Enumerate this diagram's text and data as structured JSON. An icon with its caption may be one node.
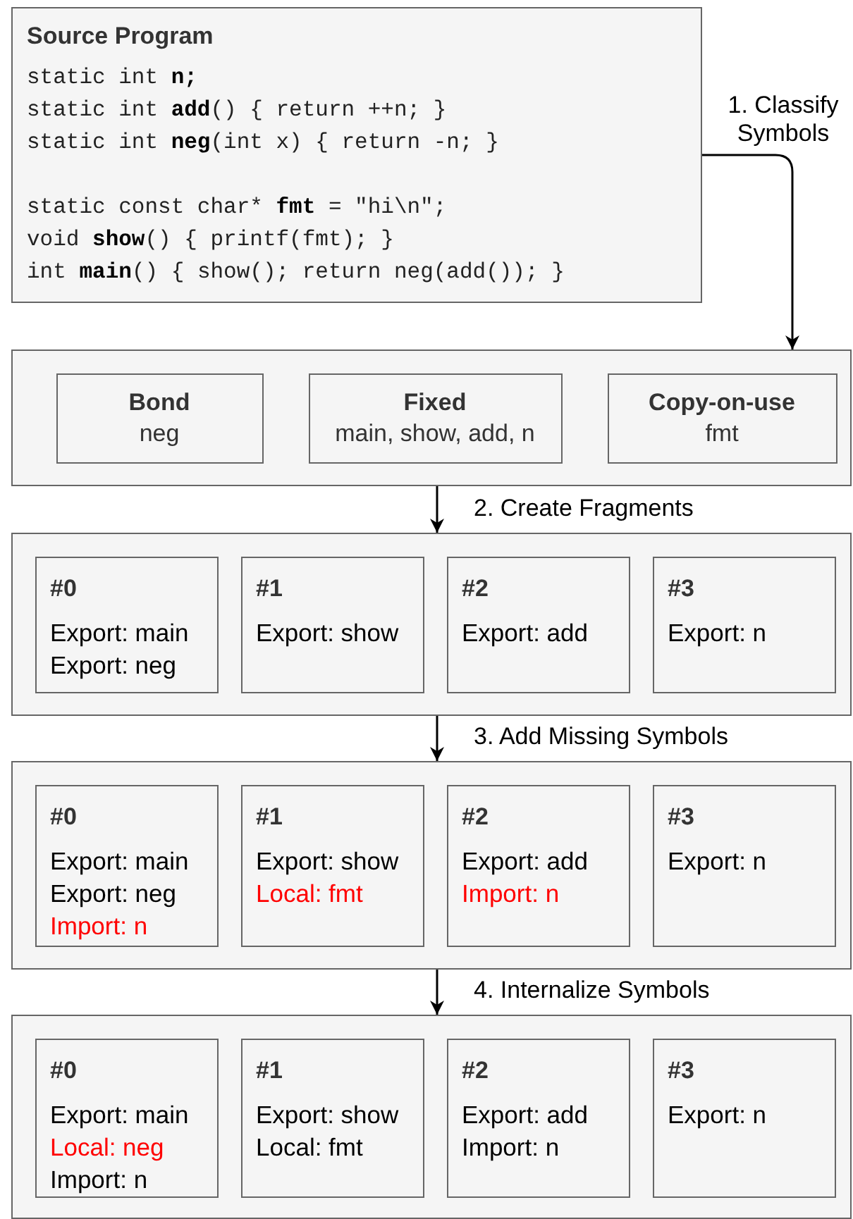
{
  "diagram": {
    "nodes": [
      {
        "text": [
          "Source Program",
          "static int **n;**",
          "static int **add**() { return ++n; }",
          "static int **neg**(int x) { return -n; }",
          "static const char* **fmt** = \"hi\\n\";",
          "void **show**() { printf(fmt); }",
          "int **main**() { show(); return neg(add()); }"
        ]
      },
      {
        "text": [],
        "shape": "box"
      },
      {
        "text": [
          "Bond",
          "neg"
        ],
        "in": 1
      },
      {
        "text": [
          "Fixed",
          "main, show, add, n"
        ],
        "in": 1
      },
      {
        "text": [
          "Copy-on-use",
          "fmt"
        ],
        "in": 1
      },
      {
        "text": [],
        "shape": "box"
      },
      {
        "text": [
          "#0",
          "Export: main",
          "Export: neg"
        ],
        "in": 5
      },
      {
        "text": [
          "#1",
          "Export: show"
        ],
        "in": 5
      },
      {
        "text": [
          "#2",
          "Export: add"
        ],
        "in": 5
      },
      {
        "text": [
          "#3",
          "Export: n"
        ],
        "in": 5
      },
      {
        "text": [],
        "shape": "box"
      },
      {
        "text": [
          "#0",
          "Export: main",
          "Export: neg",
          "Import: n"
        ],
        "in": 10
      },
      {
        "text": [
          "#1",
          "Export: show",
          "Local: fmt"
        ],
        "in": 10
      },
      {
        "text": [
          "#2",
          "Export: add",
          "Import: n"
        ],
        "in": 10
      },
      {
        "text": [
          "#3",
          "Export: n"
        ],
        "in": 10
      },
      {
        "text": [],
        "shape": "box"
      },
      {
        "text": [
          "#0",
          "Export: main",
          "Local: neg",
          "Import: n"
        ],
        "in": 15
      },
      {
        "text": [
          "#1",
          "Export: show",
          "Local: fmt"
        ],
        "in": 15
      },
      {
        "text": [
          "#2",
          "Export: add",
          "Import: n"
        ],
        "in": 15
      },
      {
        "text": [
          "#3",
          "Export: n"
        ],
        "in": 15
      }
    ],
    "edges": [
      {
        "from": 0,
        "to": 1,
        "arrow": "to",
        "label": "1. Classify Symbols"
      },
      {
        "from": 1,
        "to": 5,
        "arrow": "to",
        "label": "2. Create Fragments"
      },
      {
        "from": 5,
        "to": 10,
        "arrow": "to",
        "label": "3. Add Missing Symbols"
      },
      {
        "from": 10,
        "to": 15,
        "arrow": "to",
        "label": "4. Internalize Symbols"
      }
    ]
  }
}
